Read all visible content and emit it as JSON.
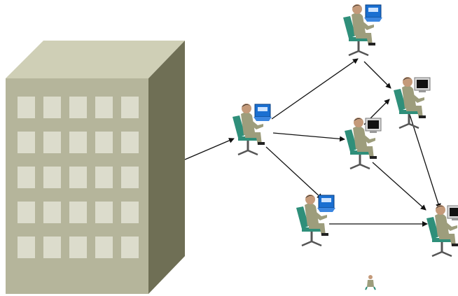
{
  "diagram": {
    "building": {
      "window_rows": 5,
      "window_cols": 5,
      "colors": {
        "front": "#b5b59b",
        "side": "#6f6f55",
        "top": "#cfcfb6",
        "window": "#dcdccc"
      }
    },
    "workers": [
      {
        "id": "w1",
        "icon": "seated-worker-laptop-icon",
        "screen": "blue"
      },
      {
        "id": "w2",
        "icon": "seated-worker-laptop-icon",
        "screen": "blue"
      },
      {
        "id": "w3",
        "icon": "seated-worker-laptop-icon",
        "screen": "blue"
      },
      {
        "id": "w4",
        "icon": "seated-worker-monitor-icon",
        "screen": "black"
      },
      {
        "id": "w5",
        "icon": "seated-worker-monitor-icon",
        "screen": "black"
      },
      {
        "id": "w6",
        "icon": "seated-worker-monitor-icon",
        "screen": "black"
      },
      {
        "id": "w7",
        "icon": "seated-worker-monitor-icon",
        "screen": "black"
      }
    ],
    "connections": [
      {
        "from": "building",
        "to": "w1"
      },
      {
        "from": "w1",
        "to": "w2"
      },
      {
        "from": "w1",
        "to": "w4"
      },
      {
        "from": "w1",
        "to": "w3"
      },
      {
        "from": "w2",
        "to": "w5"
      },
      {
        "from": "w4",
        "to": "w5"
      },
      {
        "from": "w4",
        "to": "w6"
      },
      {
        "from": "w3",
        "to": "w6"
      },
      {
        "from": "w5",
        "to": "w6"
      }
    ],
    "colors": {
      "suit": "#9d9d7c",
      "chair": "#2f8f7a",
      "arrow": "#111111"
    }
  }
}
